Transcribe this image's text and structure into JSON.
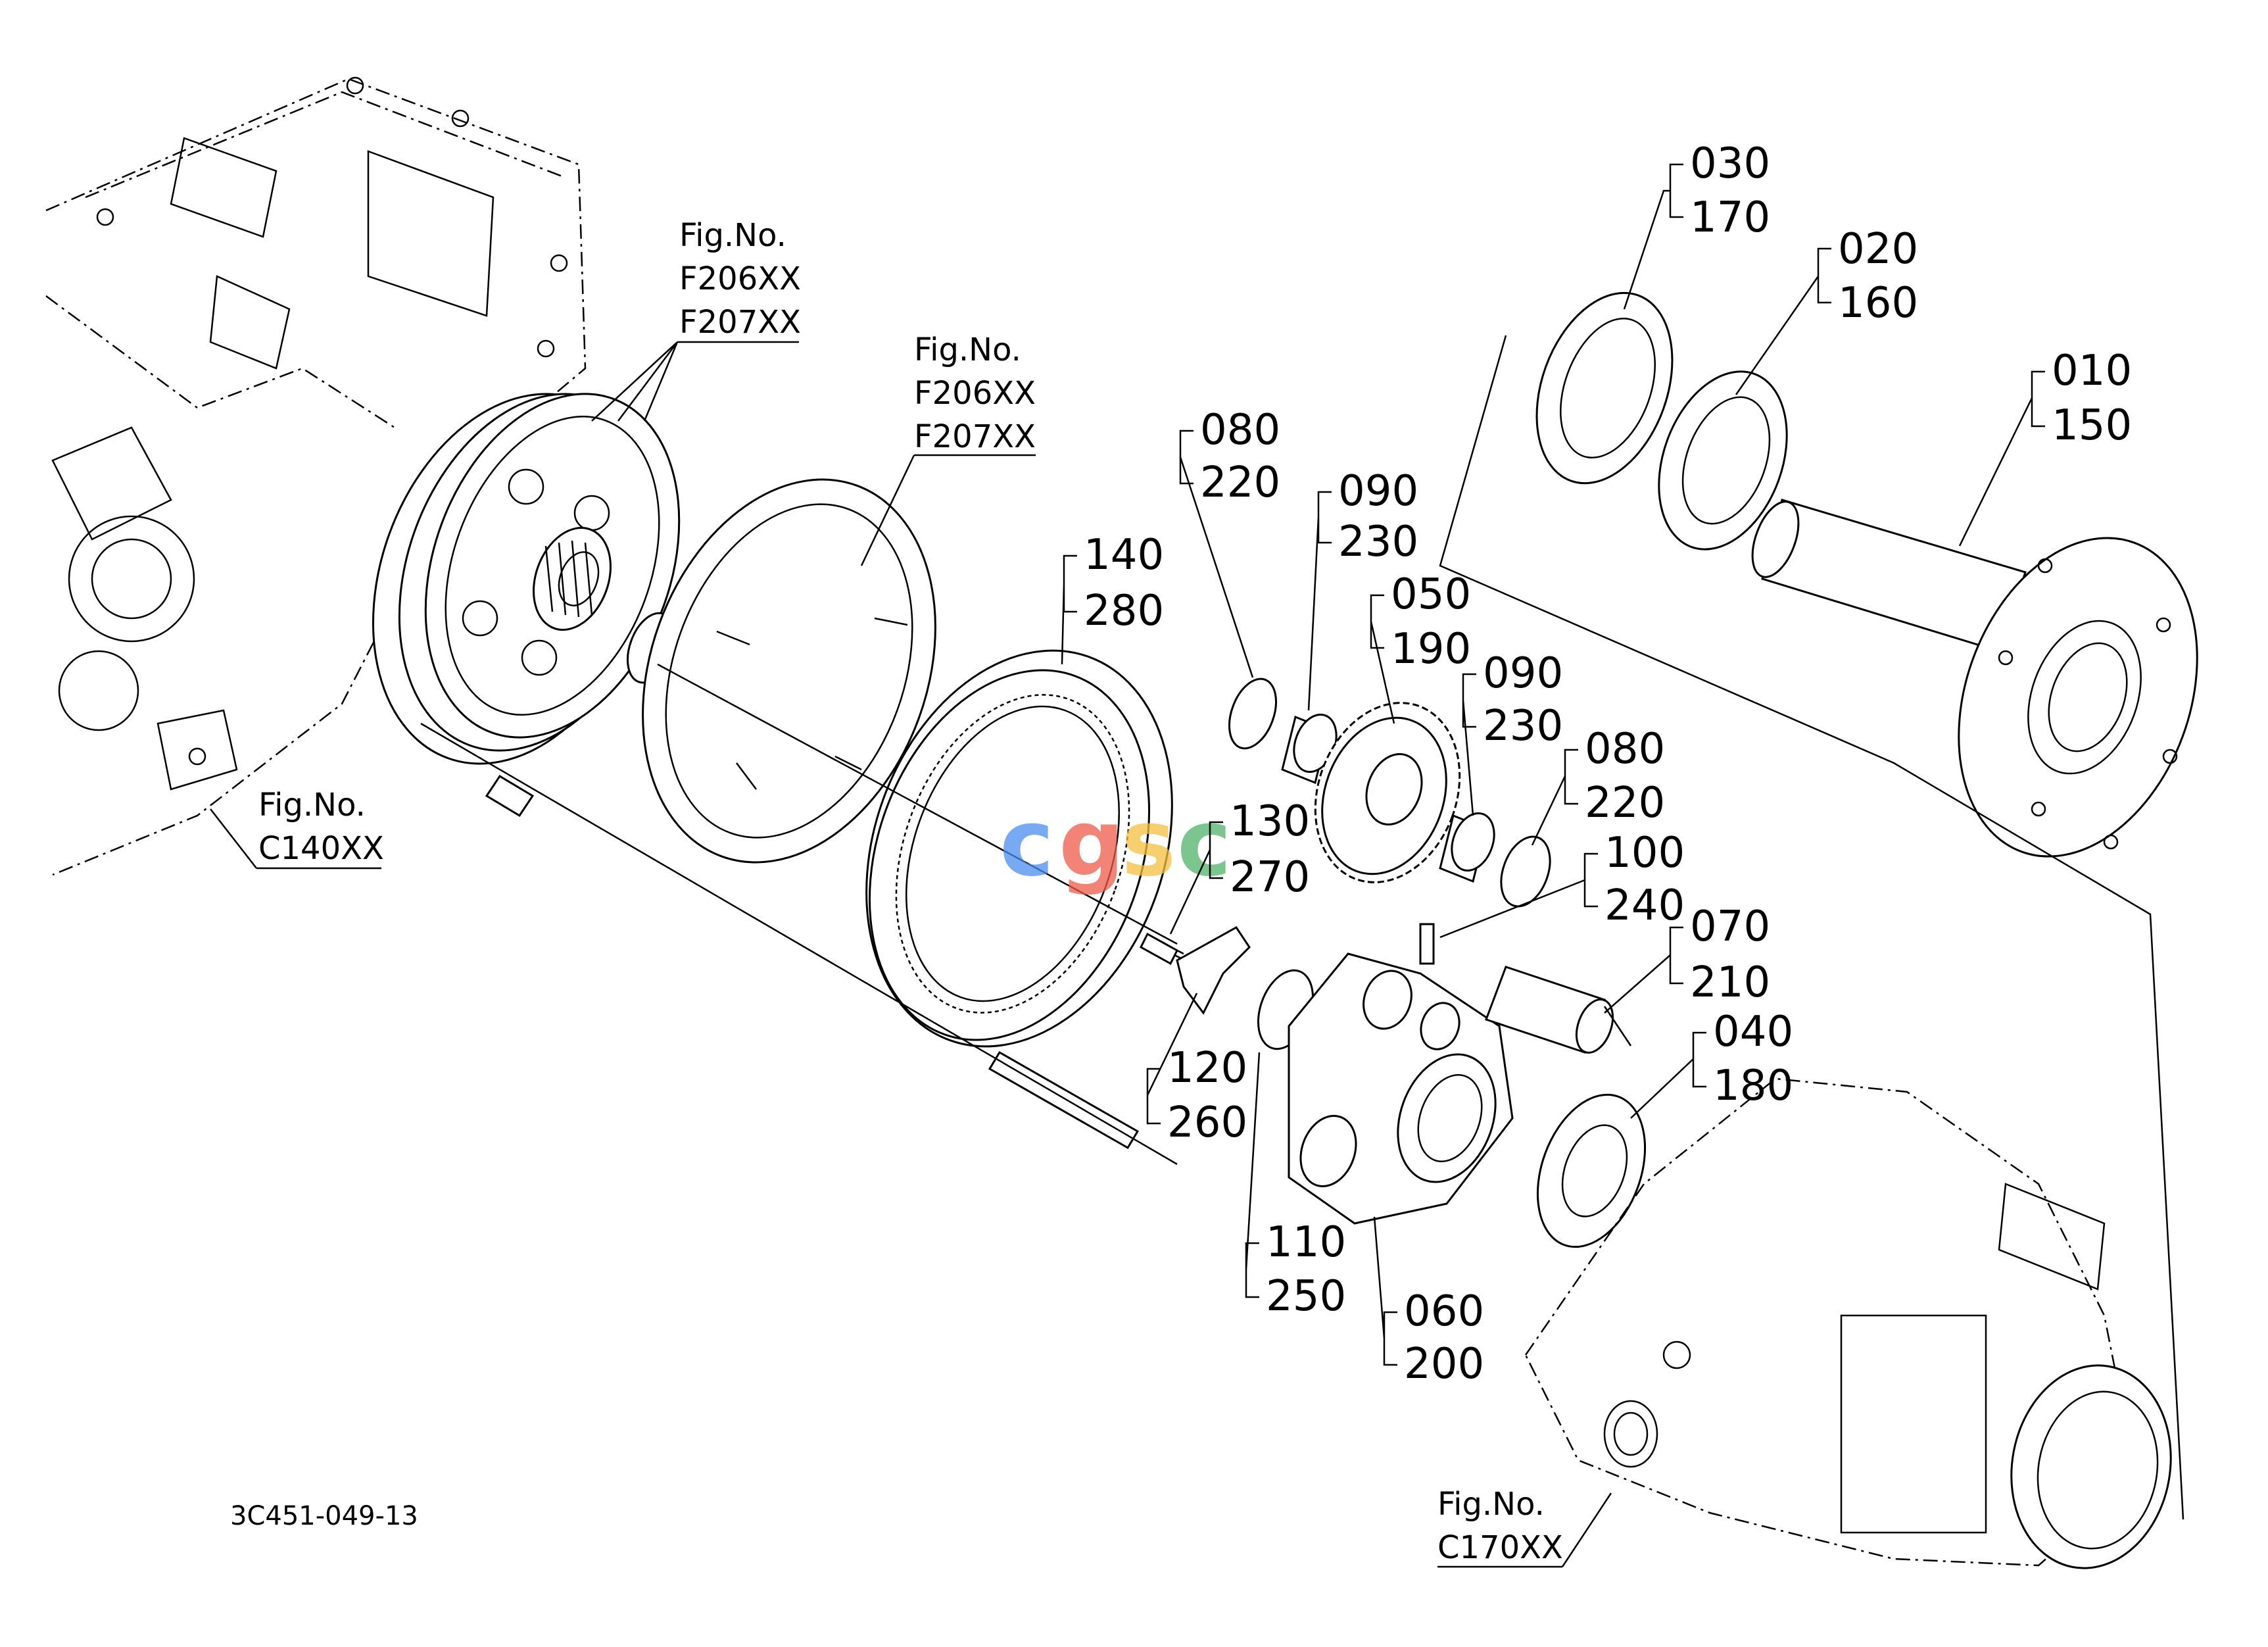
{
  "callouts": [
    {
      "id": "c-030-170",
      "top": "030",
      "bottom": "170"
    },
    {
      "id": "c-020-160",
      "top": "020",
      "bottom": "160"
    },
    {
      "id": "c-010-150",
      "top": "010",
      "bottom": "150"
    },
    {
      "id": "c-080-220-a",
      "top": "080",
      "bottom": "220"
    },
    {
      "id": "c-090-230-a",
      "top": "090",
      "bottom": "230"
    },
    {
      "id": "c-050-190",
      "top": "050",
      "bottom": "190"
    },
    {
      "id": "c-090-230-b",
      "top": "090",
      "bottom": "230"
    },
    {
      "id": "c-080-220-b",
      "top": "080",
      "bottom": "220"
    },
    {
      "id": "c-100-240",
      "top": "100",
      "bottom": "240"
    },
    {
      "id": "c-140-280",
      "top": "140",
      "bottom": "280"
    },
    {
      "id": "c-130-270",
      "top": "130",
      "bottom": "270"
    },
    {
      "id": "c-070-210",
      "top": "070",
      "bottom": "210"
    },
    {
      "id": "c-040-180",
      "top": "040",
      "bottom": "180"
    },
    {
      "id": "c-120-260",
      "top": "120",
      "bottom": "260"
    },
    {
      "id": "c-110-250",
      "top": "110",
      "bottom": "250"
    },
    {
      "id": "c-060-200",
      "top": "060",
      "bottom": "200"
    }
  ],
  "figure_refs": [
    {
      "id": "ref-clutch",
      "lines": [
        "Fig.No.",
        "F206XX",
        "F207XX"
      ]
    },
    {
      "id": "ref-band",
      "lines": [
        "Fig.No.",
        "F206XX",
        "F207XX"
      ]
    },
    {
      "id": "ref-case-left",
      "lines": [
        "Fig.No.",
        "C140XX"
      ]
    },
    {
      "id": "ref-case-right",
      "lines": [
        "Fig.No.",
        "C170XX"
      ]
    }
  ],
  "drawing_number": "3C451-049-13",
  "watermark": {
    "letters": [
      "c",
      "g",
      "s",
      "c"
    ],
    "colors": [
      "#4c8df0",
      "#ee5a4a",
      "#f5c040",
      "#4fb46a"
    ]
  }
}
